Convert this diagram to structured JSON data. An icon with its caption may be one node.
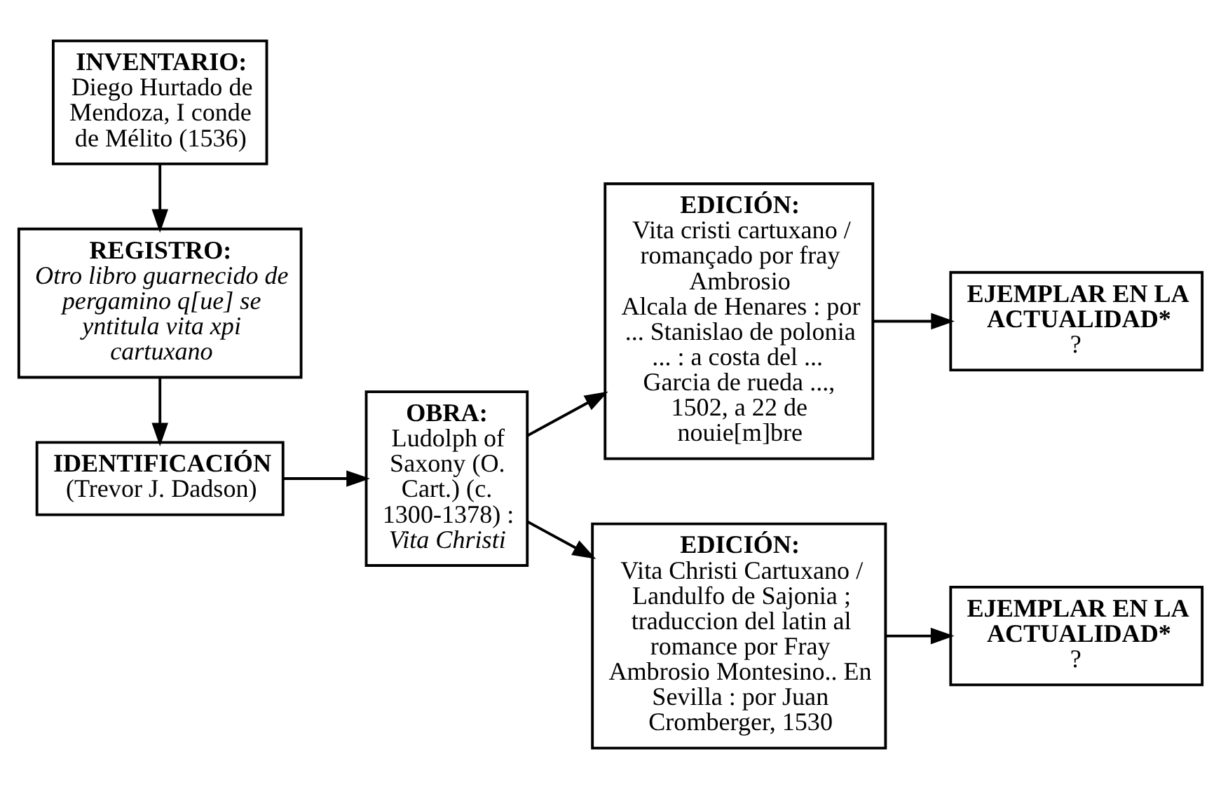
{
  "diagram": {
    "nodes": [
      {
        "text": [
          "INVENTARIO:",
          "Diego Hurtado de Mendoza, I conde de Mélito (1536)"
        ]
      },
      {
        "text": [
          "REGISTRO:",
          "Otro libro guarnecido de pergamino q[ue] se yntitula vita xpi cartuxano"
        ]
      },
      {
        "text": [
          "IDENTIFICACIÓN",
          "(Trevor J. Dadson)"
        ]
      },
      {
        "text": [
          "OBRA:",
          "Ludolph of Saxony (O. Cart.) (c. 1300-1378) :",
          "Vita Christi"
        ]
      },
      {
        "text": [
          "EDICIÓN:",
          "Vita cristi cartuxano / romançado por fray Ambrosio",
          "Alcala de Henares : por ... Stanislao de polonia ... : a costa del ... Garcia de rueda ..., 1502, a 22 de nouie[m]bre"
        ]
      },
      {
        "text": [
          "EDICIÓN:",
          "Vita Christi Cartuxano / Landulfo de Sajonia ; traduccion del latin al romance por Fray Ambrosio Montesino.. En Sevilla : por Juan Cromberger, 1530"
        ]
      },
      {
        "text": [
          "EJEMPLAR EN LA ACTUALIDAD*",
          "?"
        ]
      },
      {
        "text": [
          "EJEMPLAR EN LA ACTUALIDAD*",
          "?"
        ]
      }
    ],
    "edges": [
      {
        "from": 0,
        "to": 1,
        "arrow": "to"
      },
      {
        "from": 1,
        "to": 2,
        "arrow": "to"
      },
      {
        "from": 2,
        "to": 3,
        "arrow": "to"
      },
      {
        "from": 3,
        "to": 4,
        "arrow": "to"
      },
      {
        "from": 3,
        "to": 5,
        "arrow": "to"
      },
      {
        "from": 4,
        "to": 6,
        "arrow": "to"
      },
      {
        "from": 5,
        "to": 7,
        "arrow": "to"
      }
    ]
  }
}
